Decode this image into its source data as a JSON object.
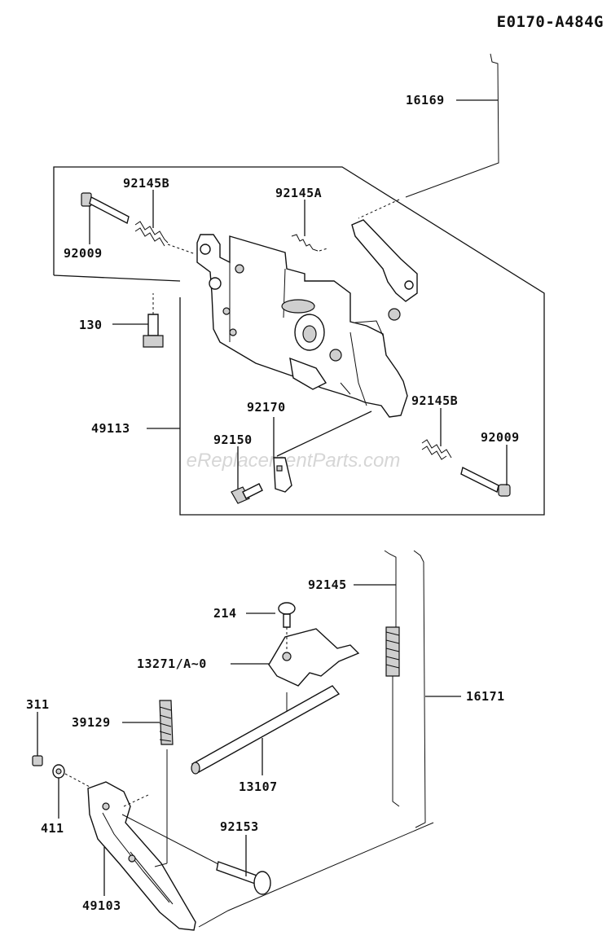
{
  "diagram_code": "E0170-A484G",
  "watermark": "eReplacementParts.com",
  "callouts": {
    "p16169": "16169",
    "p92145B_top": "92145B",
    "p92145A": "92145A",
    "p92009_top": "92009",
    "p130": "130",
    "p49113": "49113",
    "p92170": "92170",
    "p92150": "92150",
    "p92145B_right": "92145B",
    "p92009_right": "92009",
    "p92145": "92145",
    "p214": "214",
    "p13271": "13271/A~0",
    "p311": "311",
    "p39129": "39129",
    "p16171": "16171",
    "p411": "411",
    "p13107": "13107",
    "p92153": "92153",
    "p49103": "49103"
  }
}
